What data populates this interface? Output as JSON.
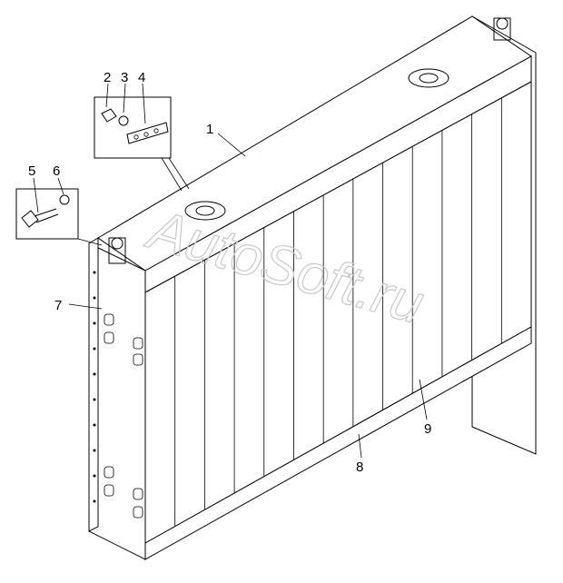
{
  "watermark": "AutoSoft.ru",
  "callouts": {
    "c1": "1",
    "c2": "2",
    "c3": "3",
    "c4": "4",
    "c5": "5",
    "c6": "6",
    "c7": "7",
    "c8": "8",
    "c9": "9"
  }
}
